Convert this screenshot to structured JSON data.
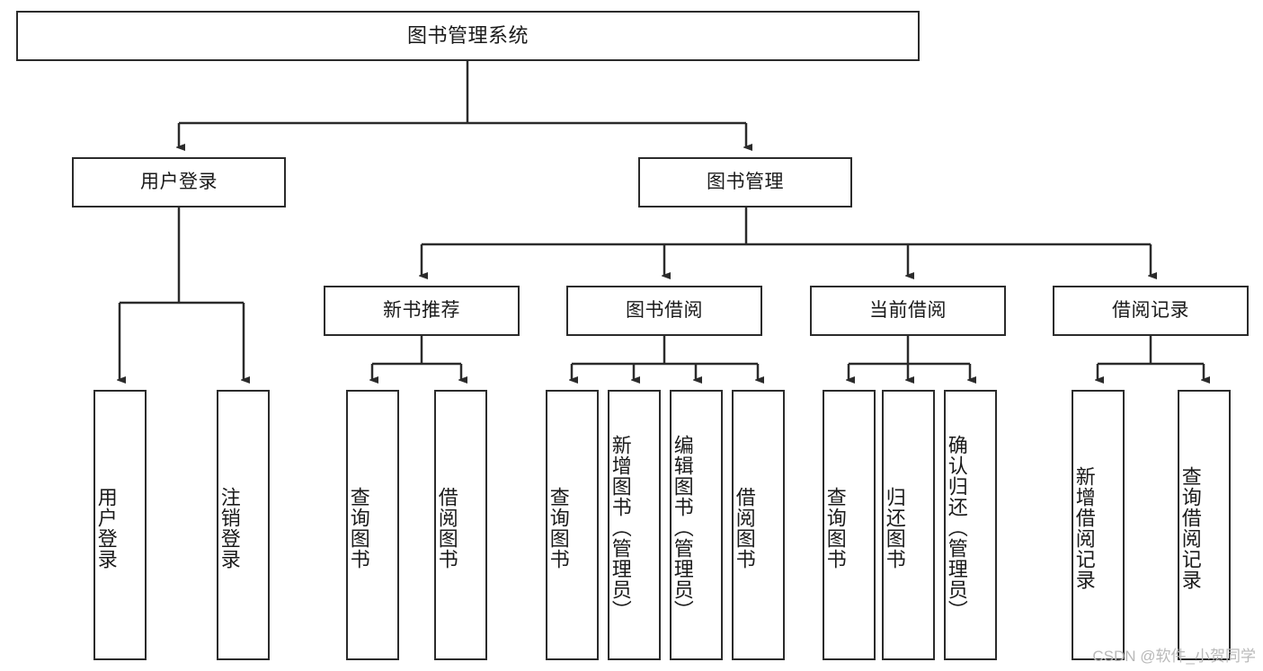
{
  "diagram": {
    "type": "tree-hierarchy",
    "title": "图书管理系统",
    "watermark": "CSDN @软件_小贺同学",
    "colors": {
      "background": "#ffffff",
      "border": "#2b2b2b",
      "text": "#1a1a1a",
      "connector": "#2b2b2b",
      "watermark": "#b9b9b9"
    },
    "root": {
      "id": "root",
      "label": "图书管理系统"
    },
    "level1": [
      {
        "id": "user-login",
        "label": "用户登录"
      },
      {
        "id": "book-manage",
        "label": "图书管理"
      }
    ],
    "level2": [
      {
        "id": "new-book-recommend",
        "label": "新书推荐",
        "parent": "book-manage"
      },
      {
        "id": "book-borrow",
        "label": "图书借阅",
        "parent": "book-manage"
      },
      {
        "id": "current-borrow",
        "label": "当前借阅",
        "parent": "book-manage"
      },
      {
        "id": "borrow-record",
        "label": "借阅记录",
        "parent": "book-manage"
      }
    ],
    "leaves": {
      "user_login": [
        {
          "id": "leaf-user-login",
          "label": "用户登录"
        },
        {
          "id": "leaf-logout",
          "label": "注销登录"
        }
      ],
      "new_book_recommend": [
        {
          "id": "leaf-query-book-1",
          "label": "查询图书"
        },
        {
          "id": "leaf-borrow-book-1",
          "label": "借阅图书"
        }
      ],
      "book_borrow": [
        {
          "id": "leaf-query-book-2",
          "label": "查询图书"
        },
        {
          "id": "leaf-add-book",
          "label": "新增图书（管理员）"
        },
        {
          "id": "leaf-edit-book",
          "label": "编辑图书（管理员）"
        },
        {
          "id": "leaf-borrow-book-2",
          "label": "借阅图书"
        }
      ],
      "current_borrow": [
        {
          "id": "leaf-query-book-3",
          "label": "查询图书"
        },
        {
          "id": "leaf-return-book",
          "label": "归还图书"
        },
        {
          "id": "leaf-confirm-return",
          "label": "确认归还（管理员）"
        }
      ],
      "borrow_record": [
        {
          "id": "leaf-add-record",
          "label": "新增借阅记录"
        },
        {
          "id": "leaf-query-record",
          "label": "查询借阅记录"
        }
      ]
    }
  }
}
